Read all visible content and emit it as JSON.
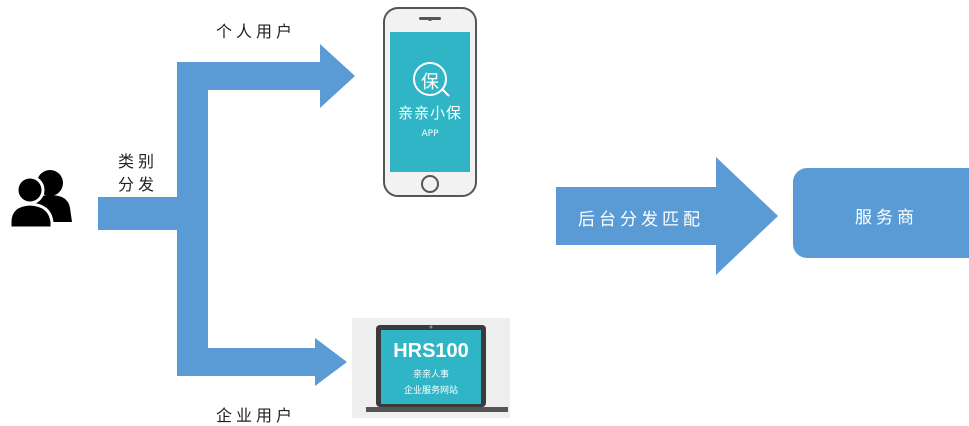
{
  "labels": {
    "category_line1": "类别",
    "category_line2": "分发",
    "personal_user": "个人用户",
    "enterprise_user": "企业用户"
  },
  "phone": {
    "app_name": "亲亲小保",
    "app_tag": "APP",
    "logo_glyph": "保"
  },
  "laptop": {
    "brand": "HRS100",
    "subtitle": "亲亲人事",
    "caption": "企业服务网站"
  },
  "backend_arrow_label": "后台分发匹配",
  "provider_box_label": "服务商",
  "icons": {
    "users": "users-group-icon",
    "phone": "smartphone-icon",
    "laptop": "laptop-icon"
  },
  "colors": {
    "arrow_blue": "#5b9bd5",
    "screen_teal": "#30b5c6",
    "user_icon": "#000000"
  }
}
